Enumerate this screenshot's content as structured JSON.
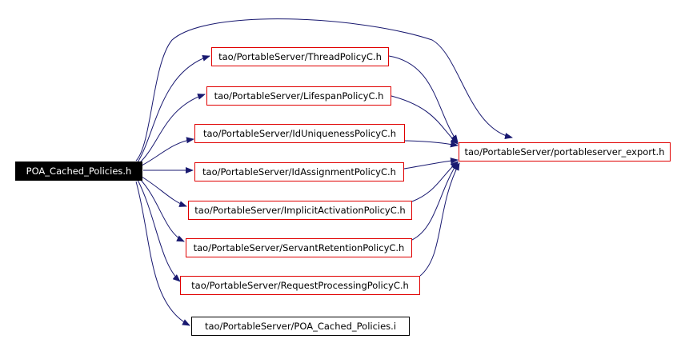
{
  "colors": {
    "edge": "#191970",
    "link_border": "#e00000",
    "plain_border": "#000000",
    "root_fill": "#000000",
    "root_text": "#ffffff"
  },
  "nodes": {
    "root": "POA_Cached_Policies.h",
    "thread": "tao/PortableServer/ThreadPolicyC.h",
    "lifespan": "tao/PortableServer/LifespanPolicyC.h",
    "iduniq": "tao/PortableServer/IdUniquenessPolicyC.h",
    "idassign": "tao/PortableServer/IdAssignmentPolicyC.h",
    "implicit": "tao/PortableServer/ImplicitActivationPolicyC.h",
    "servant": "tao/PortableServer/ServantRetentionPolicyC.h",
    "request": "tao/PortableServer/RequestProcessingPolicyC.h",
    "inl": "tao/PortableServer/POA_Cached_Policies.i",
    "export": "tao/PortableServer/portableserver_export.h"
  }
}
